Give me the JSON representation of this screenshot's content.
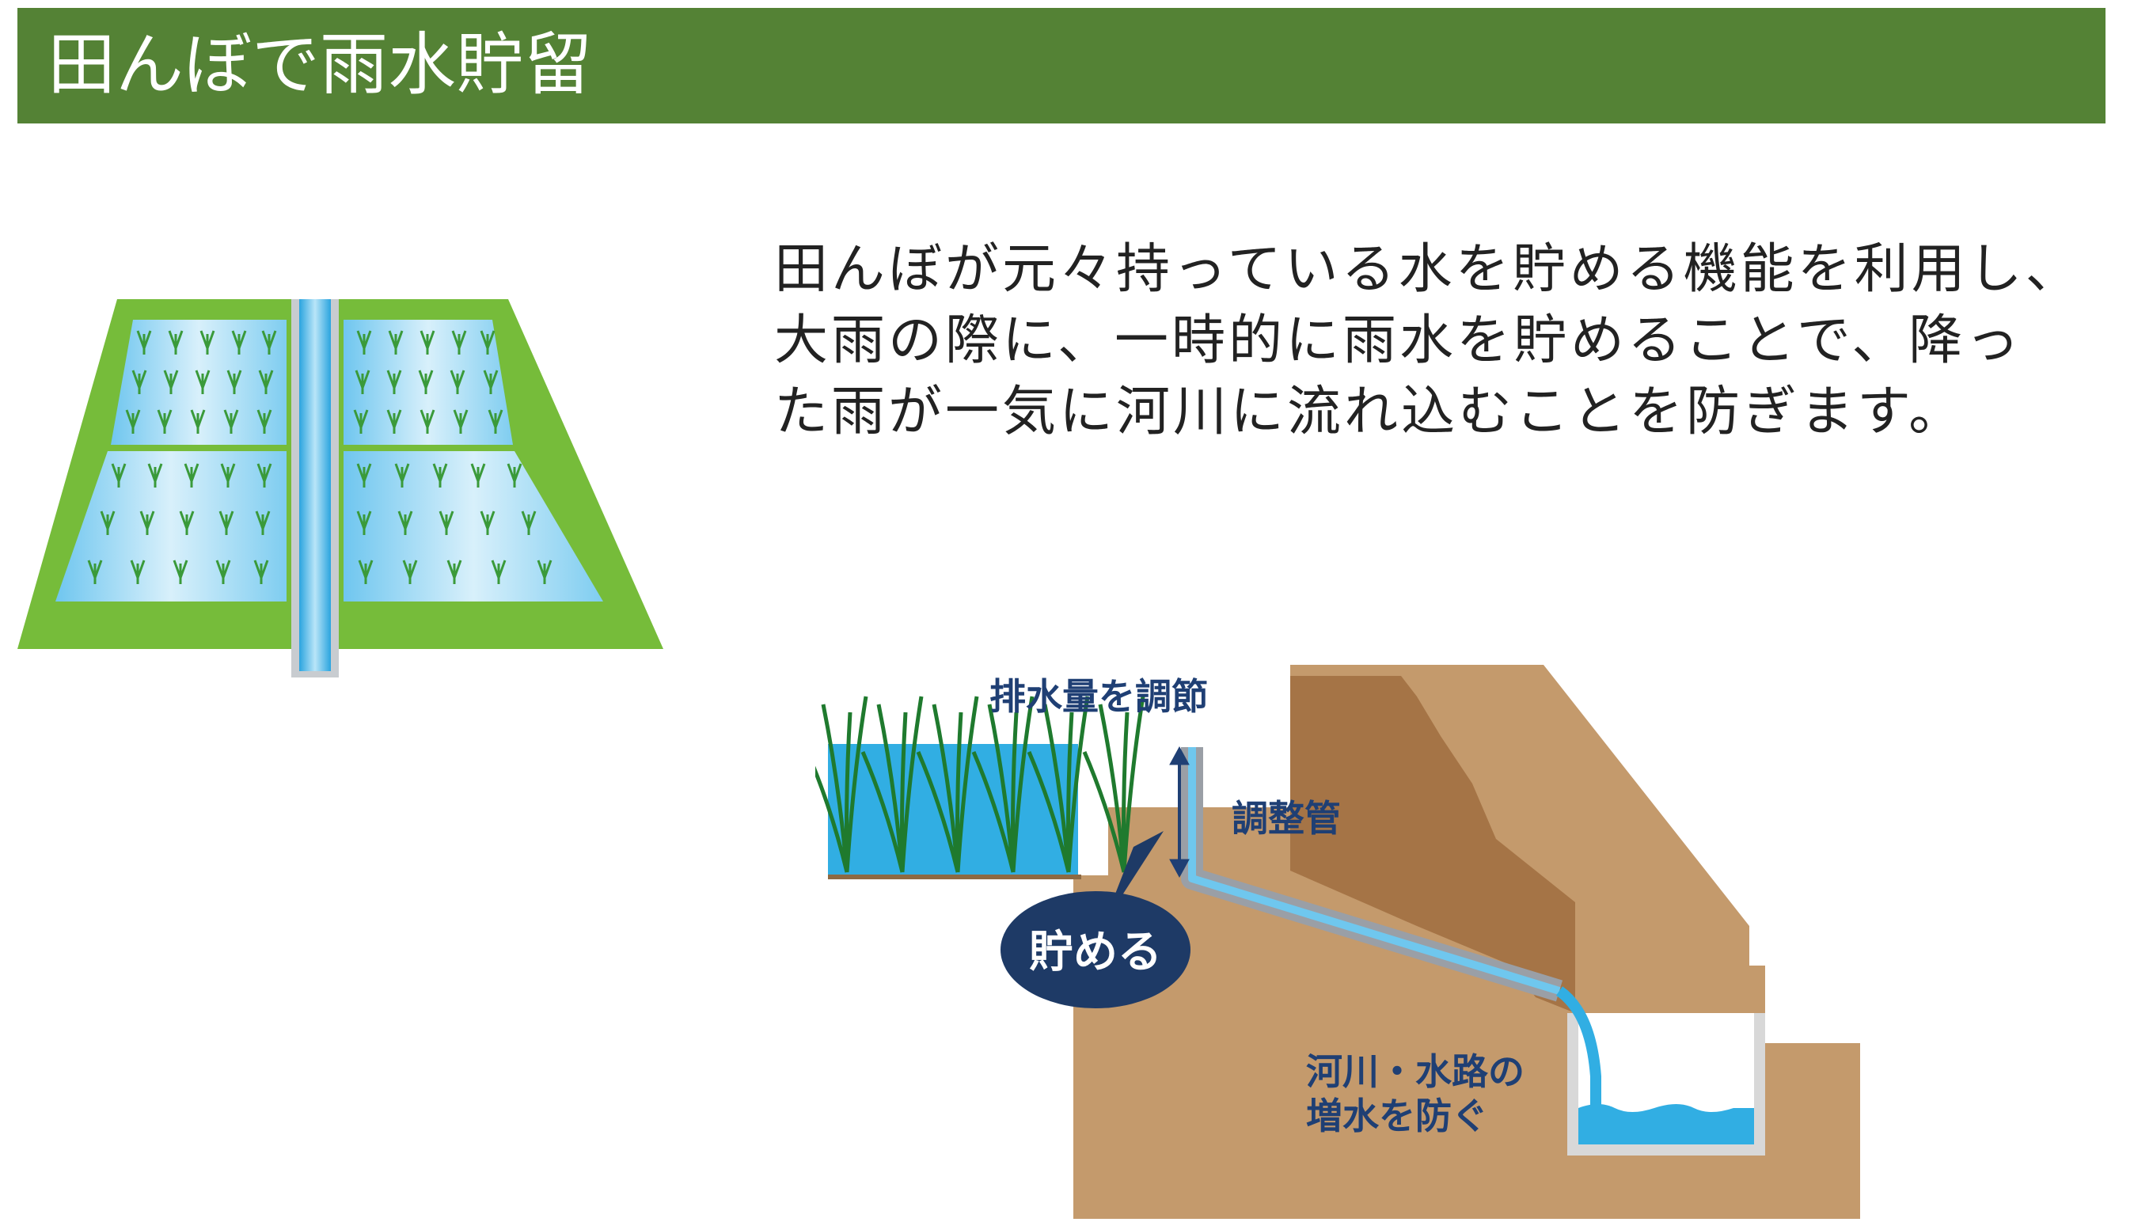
{
  "header": {
    "title": "田んぼで雨水貯留"
  },
  "description": {
    "lines": [
      "田んぼが元々持っている水を貯める機能を利用し、",
      "大雨の際に、一時的に雨水を貯めることで、降っ",
      "た雨が一気に河川に流れ込むことを防ぎます。"
    ]
  },
  "diagram": {
    "drain_control_label": "排水量を調節",
    "pipe_label": "調整管",
    "store_label": "貯める",
    "river_label_line1": "河川・水路の",
    "river_label_line2": "増水を防ぐ"
  },
  "colors": {
    "header_bg": "#548235",
    "field_green": "#76bc3a",
    "water_blue": "#31aee3",
    "soil_brown": "#c49a6c",
    "embankment": "#a57446",
    "label_navy": "#1f3f74",
    "bubble_navy": "#1e3a66"
  },
  "icons": [
    "paddy-field-illustration",
    "rice-plant-icon",
    "arrow-up-down-icon"
  ]
}
